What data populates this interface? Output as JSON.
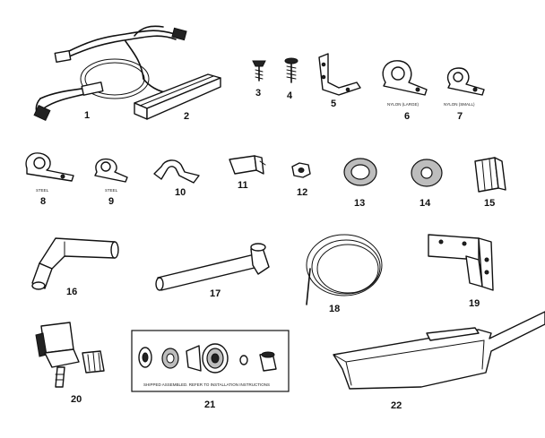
{
  "parts": [
    {
      "number": "1"
    },
    {
      "number": "2"
    },
    {
      "number": "3"
    },
    {
      "number": "4"
    },
    {
      "number": "5"
    },
    {
      "number": "6",
      "caption": "NYLON (LARGE)"
    },
    {
      "number": "7",
      "caption": "NYLON (SMALL)"
    },
    {
      "number": "8",
      "caption": "STEEL"
    },
    {
      "number": "9",
      "caption": "STEEL"
    },
    {
      "number": "10"
    },
    {
      "number": "11"
    },
    {
      "number": "12"
    },
    {
      "number": "13"
    },
    {
      "number": "14"
    },
    {
      "number": "15"
    },
    {
      "number": "16"
    },
    {
      "number": "17"
    },
    {
      "number": "18"
    },
    {
      "number": "19"
    },
    {
      "number": "20"
    },
    {
      "number": "21",
      "caption": "SHIPPED ASSEMBLED. REFER TO INSTALLATION INSTRUCTIONS"
    },
    {
      "number": "22"
    }
  ]
}
